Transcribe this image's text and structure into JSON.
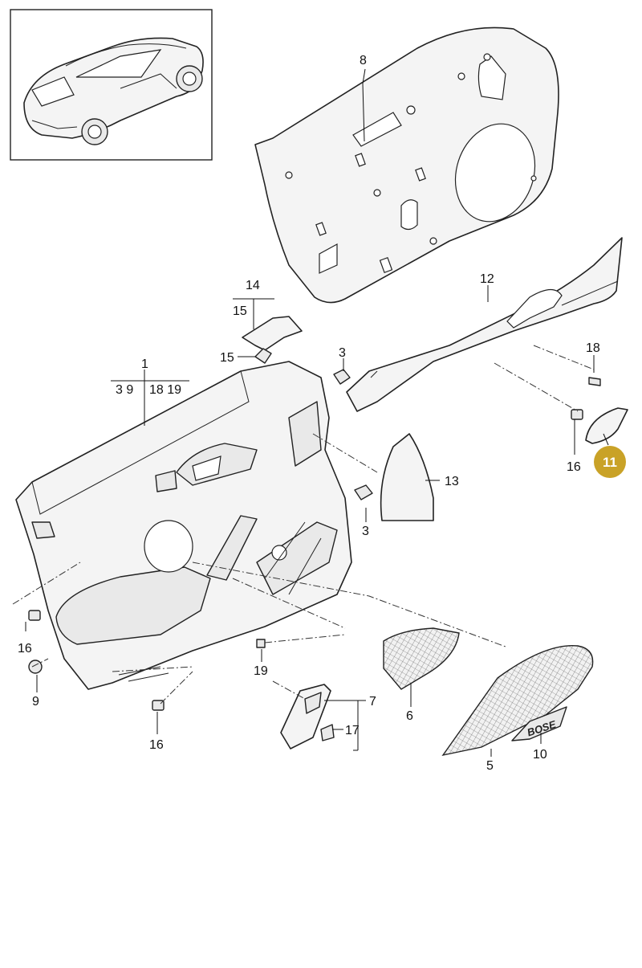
{
  "diagram": {
    "callouts": {
      "p1": "1",
      "p1_sub": "3 9",
      "p1_sub2": "18 19",
      "p3a": "3",
      "p3b": "3",
      "p5": "5",
      "p6": "6",
      "p7": "7",
      "p8": "8",
      "p9": "9",
      "p10": "10",
      "p12": "12",
      "p13": "13",
      "p14": "14",
      "p15a": "15",
      "p15b": "15",
      "p16a": "16",
      "p16b": "16",
      "p16c": "16",
      "p17": "17",
      "p18": "18",
      "p19": "19",
      "highlight": "11"
    },
    "logo_text": "BOSE",
    "highlight_color": "#c9a227"
  }
}
